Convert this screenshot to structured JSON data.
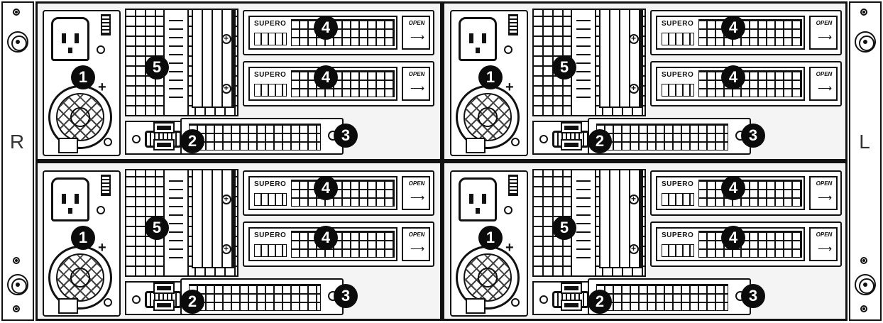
{
  "side_labels": {
    "left": "R",
    "right": "L"
  },
  "drive_labels": {
    "brand": "SUPERO",
    "latch": "OPEN"
  },
  "callouts": {
    "psu": "1",
    "io_panel": "2",
    "expansion_slot": "3",
    "drive_bay": "4",
    "riser": "5"
  },
  "nodes": [
    {
      "id": "top-left"
    },
    {
      "id": "top-right"
    },
    {
      "id": "bottom-left"
    },
    {
      "id": "bottom-right"
    }
  ],
  "colors": {
    "line": "#111111",
    "callout_fill": "#0b0b0b",
    "callout_text": "#ffffff",
    "background": "#ffffff"
  }
}
